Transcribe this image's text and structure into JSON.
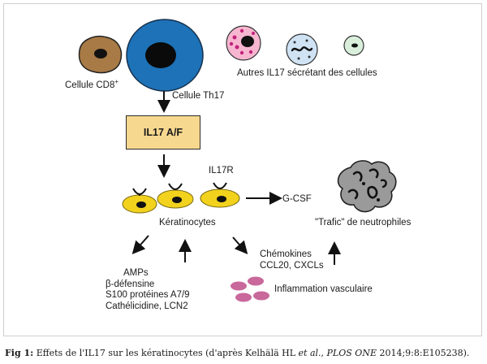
{
  "labels": {
    "cd8": "Cellule CD8",
    "cd8_sup": "+",
    "other_cells": "Autres IL17 sécrétant des cellules",
    "th17": "Cellule Th17",
    "il17af": "IL17 A/F",
    "il17r": "IL17R",
    "keratinocytes": "Kératinocytes",
    "gcsf": "G-CSF",
    "trafic": "\"Trafic\" de neutrophiles",
    "chemokines": "Chémokines",
    "ccl": "CCL20, CXCLs",
    "inflammation": "Inflammation vasculaire"
  },
  "amps": [
    "AMPs",
    "β-défensine",
    "S100 protéines A7/9",
    "Cathélicidine, LCN2"
  ],
  "caption": {
    "fig": "Fig 1:",
    "text_before": " Effets de l'IL17 sur les kératinocytes (d'après Kelhälä HL ",
    "etal": "et al.",
    "text_mid": ", ",
    "journal": "PLOS ONE",
    "text_after": " 2014;9:8:E105238)."
  },
  "colors": {
    "cd8_cell": "#a87a45",
    "th17_cell": "#1e72b8",
    "keratinocyte": "#f2d21c",
    "pink_cell": "#f7b6d0",
    "blue_cell": "#cfe3f4",
    "green_cell": "#d9efdc",
    "box_fill": "#f7d88f",
    "vessel_cells": "#c9689b"
  }
}
